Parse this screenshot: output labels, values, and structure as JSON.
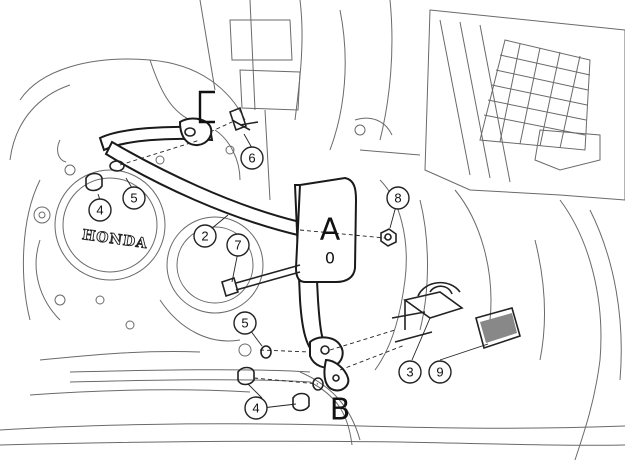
{
  "callouts": [
    {
      "id": "c2",
      "label": "2"
    },
    {
      "id": "c3",
      "label": "3"
    },
    {
      "id": "c4a",
      "label": "4"
    },
    {
      "id": "c4b",
      "label": "4"
    },
    {
      "id": "c5a",
      "label": "5"
    },
    {
      "id": "c5b",
      "label": "5"
    },
    {
      "id": "c6",
      "label": "6"
    },
    {
      "id": "c7",
      "label": "7"
    },
    {
      "id": "c8",
      "label": "8"
    },
    {
      "id": "c9",
      "label": "9"
    }
  ],
  "points": {
    "a": "A",
    "b": "B"
  },
  "brand_mark": "HONDA",
  "colors": {
    "line": "#222222",
    "background": "#ffffff"
  }
}
